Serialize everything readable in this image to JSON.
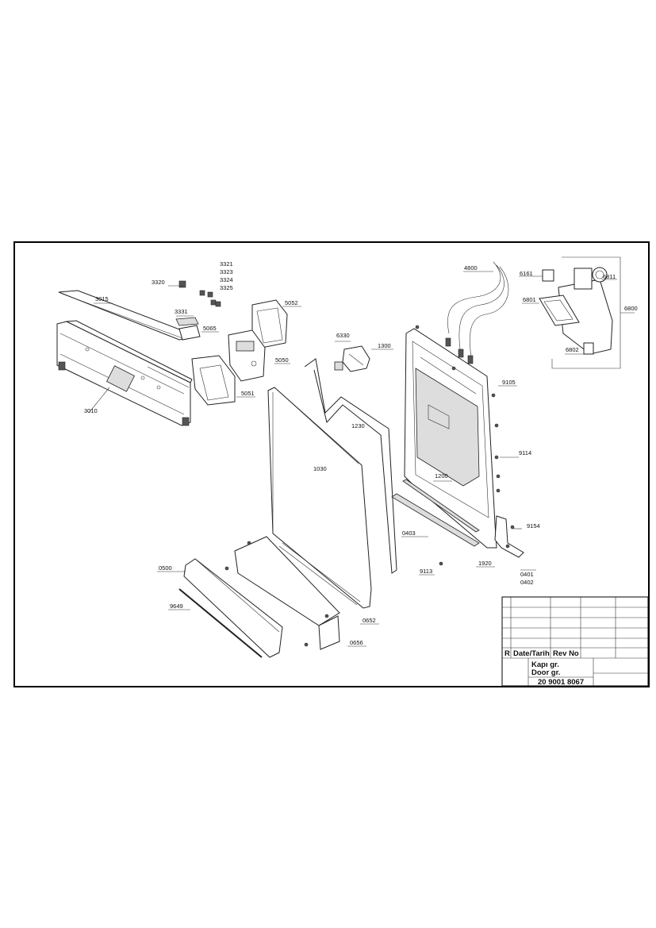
{
  "labels": {
    "p4800": "4800",
    "p6161": "6161",
    "p6811": "6811",
    "p6801": "6801",
    "p6800": "6800",
    "p6802": "6802",
    "p3321": "3321",
    "p3323": "3323",
    "p3324": "3324",
    "p3325": "3325",
    "p3320": "3320",
    "p3015": "3015",
    "p3331": "3331",
    "p5065": "5065",
    "p5052": "5052",
    "p6330": "6330",
    "p1300": "1300",
    "p5050": "5050",
    "p3010": "3010",
    "p5051": "5051",
    "p9105": "9105",
    "p1230": "1230",
    "p1030": "1030",
    "p9114": "9114",
    "p1200": "1200",
    "p9154": "9154",
    "p0403": "0403",
    "p0500": "0500",
    "p9113": "9113",
    "p1920": "1920",
    "p0401": "0401",
    "p0402": "0402",
    "p9649": "9649",
    "p0652": "0652",
    "p0656": "0656"
  },
  "title_block": {
    "rev_col_r": "R",
    "rev_col_date": "Date/Tarih",
    "rev_col_rev": "Rev No",
    "title_tr": "Kapı gr.",
    "title_en": "Door gr.",
    "drawing_number": "20 9001 8067"
  }
}
